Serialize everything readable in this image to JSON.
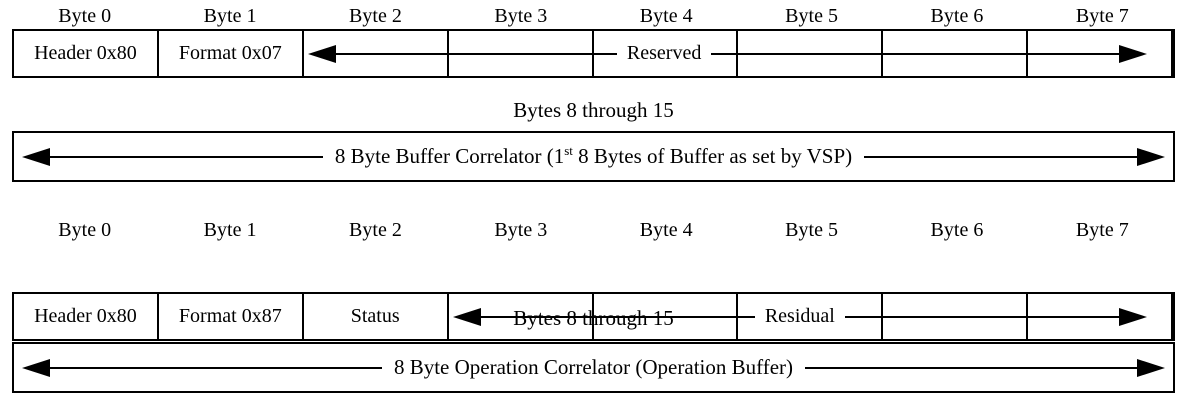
{
  "colors": {
    "ink": "#000000",
    "background": "#ffffff"
  },
  "byte_labels": [
    "Byte 0",
    "Byte 1",
    "Byte 2",
    "Byte 3",
    "Byte 4",
    "Byte 5",
    "Byte 6",
    "Byte 7"
  ],
  "message1": {
    "table": {
      "byte0": "Header 0x80",
      "byte1": "Format 0x07",
      "span_label": "Reserved"
    },
    "section_title": "Bytes 8 through 15",
    "correlator": {
      "text_before_sup": "8 Byte Buffer Correlator (1",
      "sup": "st",
      "text_after_sup": " 8 Bytes of Buffer as set by VSP)"
    }
  },
  "message2": {
    "table": {
      "byte0": "Header 0x80",
      "byte1": "Format 0x87",
      "byte2": "Status",
      "span_label": "Residual"
    },
    "section_title": "Bytes 8 through 15",
    "correlator": {
      "text": "8 Byte Operation Correlator (Operation Buffer)"
    }
  }
}
